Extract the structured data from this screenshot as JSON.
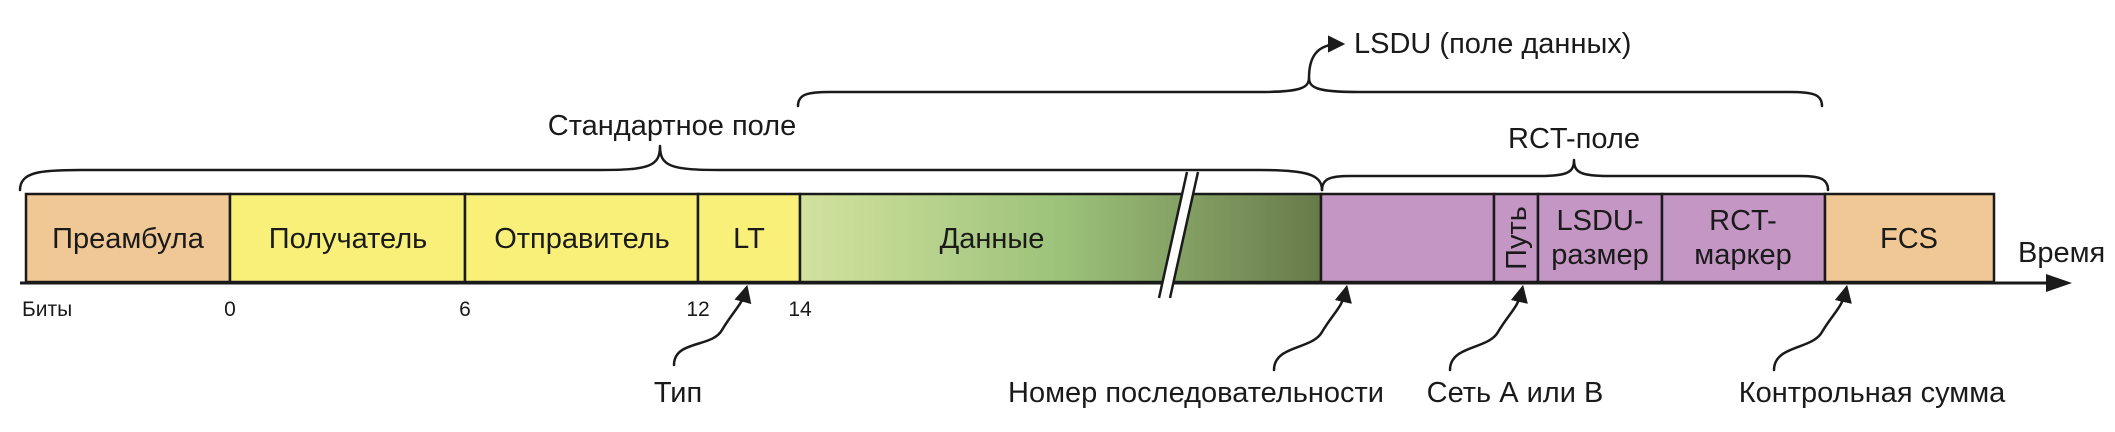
{
  "colors": {
    "preamble": "#F0C896",
    "yellow": "#F8F078",
    "data_start": "#D2E29E",
    "data_mid": "#9CC27A",
    "data_end": "#687A4A",
    "rct": "#C496C4",
    "fcs": "#F0C896",
    "stroke": "#1a1a1a"
  },
  "fields": {
    "preamble": "Преамбула",
    "receiver": "Получатель",
    "sender": "Отправитель",
    "lt": "LT",
    "data": "Данные",
    "path": "Путь",
    "lsdu_size_1": "LSDU-",
    "lsdu_size_2": "размер",
    "rct_marker_1": "RCT-",
    "rct_marker_2": "маркер",
    "fcs": "FCS"
  },
  "axis": {
    "time": "Время",
    "bits": "Биты",
    "bit_0": "0",
    "bit_6": "6",
    "bit_12": "12",
    "bit_14": "14"
  },
  "braces": {
    "lsdu": "LSDU (поле данных)",
    "standard": "Стандартное поле",
    "rct": "RCT-поле"
  },
  "annotations": {
    "type": "Тип",
    "sequence": "Номер последовательности",
    "network": "Сеть А или В",
    "checksum": "Контрольная сумма"
  }
}
